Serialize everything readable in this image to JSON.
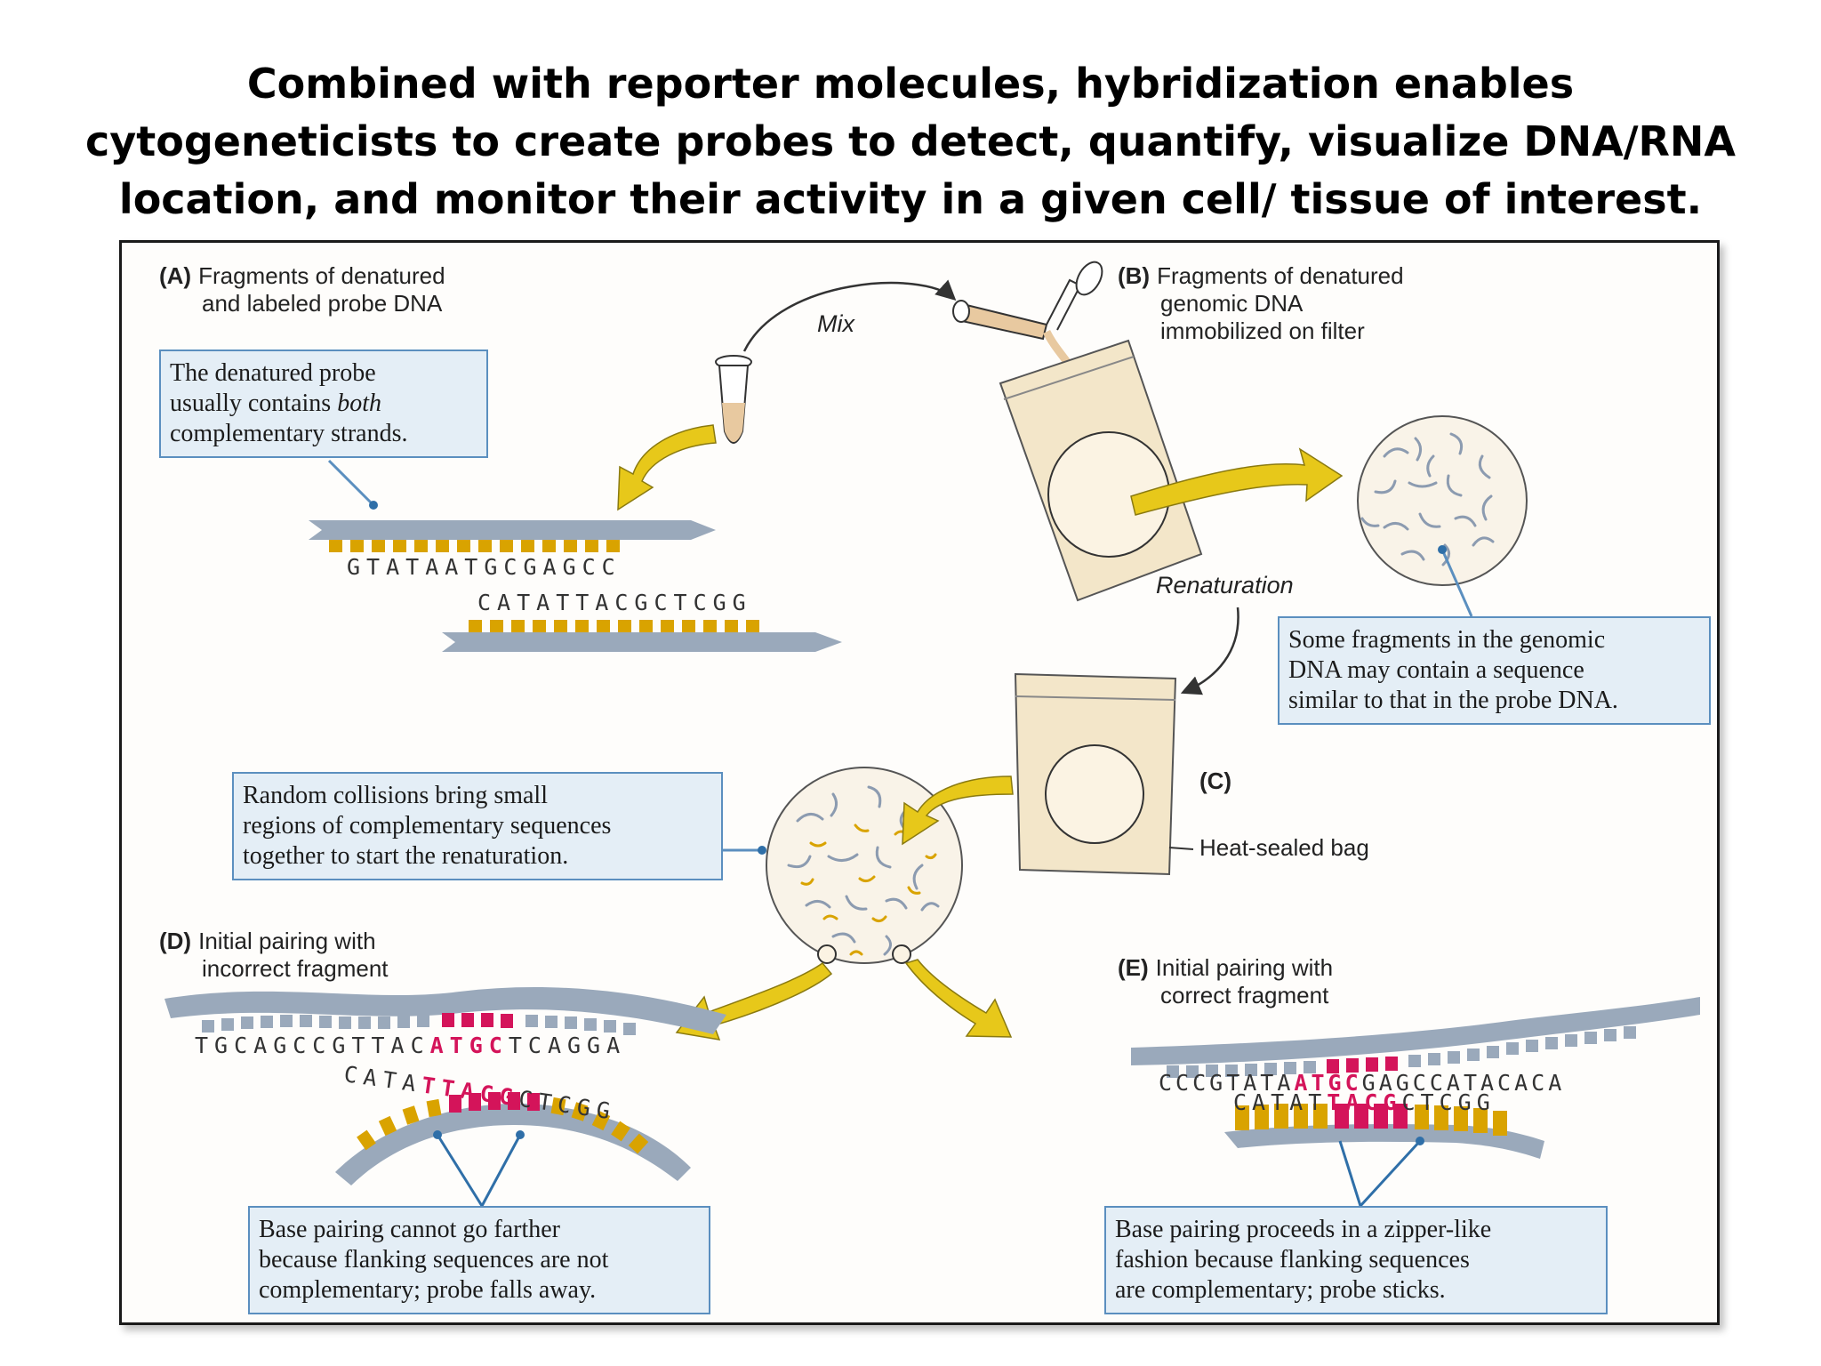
{
  "title": {
    "line1": "Combined with reporter molecules, hybridization enables",
    "line2": "cytogeneticists to create  probes to detect, quantify, visualize DNA/RNA",
    "line3": "location, and monitor their activity in a given cell/ tissue of  interest."
  },
  "panel_a": {
    "tag": "(A)",
    "line1": "Fragments of denatured",
    "line2": "and labeled probe DNA",
    "note_line1": "The denatured probe",
    "note_line2_before": "usually contains ",
    "note_line2_em": "both",
    "note_line3": "complementary strands.",
    "seq_top": "GTATAATGCGAGCC",
    "seq_bottom": "CATATTACGCTCGG"
  },
  "mix_label": "Mix",
  "panel_b": {
    "tag": "(B)",
    "line1": "Fragments of denatured",
    "line2": "genomic DNA",
    "line3": "immobilized on filter",
    "note_line1": "Some fragments in the genomic",
    "note_line2": "DNA may contain a sequence",
    "note_line3": "similar to that in the probe DNA."
  },
  "renaturation_label": "Renaturation",
  "panel_c": {
    "tag": "(C)",
    "bag_label": "Heat-sealed bag",
    "note_line1": "Random collisions bring small",
    "note_line2": "regions of complementary sequences",
    "note_line3": "together to start the renaturation."
  },
  "panel_d": {
    "tag": "(D)",
    "line1": "Initial pairing with",
    "line2": "incorrect fragment",
    "seq_top_pre": "TGCAGCCGTTAC",
    "seq_top_hl": "ATGC",
    "seq_top_post": "TCAGGA",
    "seq_bot_pre": "CATA",
    "seq_bot_hl": "TTACG",
    "seq_bot_post": "CTCGG",
    "note_line1": "Base pairing cannot go farther",
    "note_line2": "because flanking sequences are not",
    "note_line3": "complementary; probe falls away."
  },
  "panel_e": {
    "tag": "(E)",
    "line1": "Initial pairing with",
    "line2": "correct fragment",
    "seq_top_pre": "CCCGTATA",
    "seq_top_hl": "ATGC",
    "seq_top_post": "GAGCCATACACA",
    "seq_bot_pre": "CATAT",
    "seq_bot_hl": "TACG",
    "seq_bot_post": "CTCGG",
    "note_line1": "Base pairing proceeds in a zipper-like",
    "note_line2": "fashion because flanking sequences",
    "note_line3": "are complementary; probe sticks."
  },
  "colors": {
    "strand": "#9aa9bb",
    "base": "#d9a300",
    "paired_base": "#d4145a",
    "arrow": "#e7c81a",
    "note_fill": "#e4eef6",
    "note_border": "#5b8fbf",
    "bag": "#f3e6c9"
  }
}
